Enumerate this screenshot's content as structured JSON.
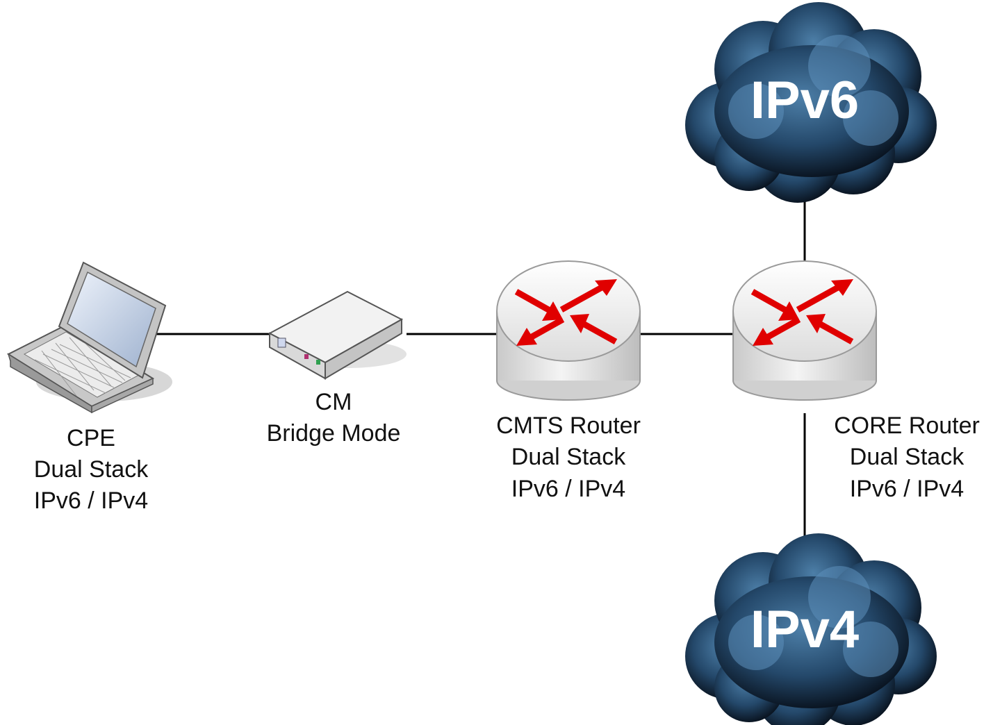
{
  "nodes": {
    "cpe": {
      "lines": [
        "CPE",
        "Dual Stack",
        "IPv6 / IPv4"
      ],
      "icon": "laptop-icon"
    },
    "cm": {
      "lines": [
        "CM",
        "Bridge Mode"
      ],
      "icon": "cable-modem-icon"
    },
    "cmts": {
      "lines": [
        "CMTS Router",
        "Dual Stack",
        "IPv6 / IPv4"
      ],
      "icon": "router-icon"
    },
    "core": {
      "lines": [
        "CORE Router",
        "Dual Stack",
        "IPv6 / IPv4"
      ],
      "icon": "router-icon"
    }
  },
  "clouds": {
    "ipv6": {
      "label": "IPv6",
      "icon": "cloud-icon"
    },
    "ipv4": {
      "label": "IPv4",
      "icon": "cloud-icon"
    }
  },
  "colors": {
    "cloud_dark": "#0b1a2c",
    "cloud_light": "#3f6f97",
    "router_body": "#e6e6e6",
    "router_arrow": "#e00000"
  }
}
